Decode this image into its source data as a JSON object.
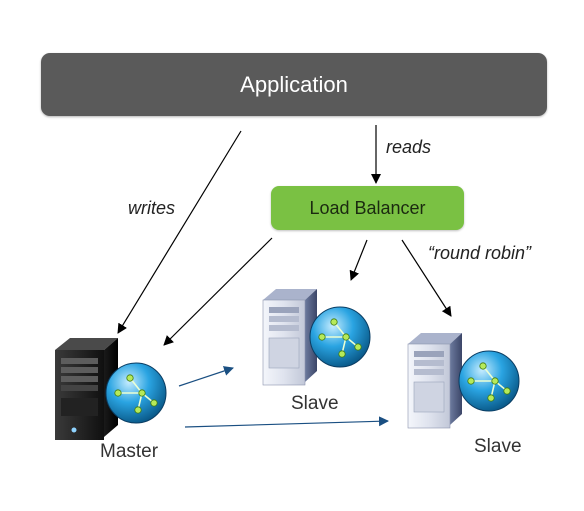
{
  "application": {
    "label": "Application"
  },
  "load_balancer": {
    "label": "Load Balancer"
  },
  "edge_labels": {
    "writes": "writes",
    "reads": "reads",
    "round_robin": "“round robin”"
  },
  "servers": {
    "master": {
      "label": "Master"
    },
    "slave_1": {
      "label": "Slave"
    },
    "slave_2": {
      "label": "Slave"
    }
  },
  "colors": {
    "application_fill": "#5a5a5a",
    "load_balancer_fill": "#7ac143",
    "replication_arrow": "#1a4f82",
    "request_arrow": "#000000"
  },
  "icons": {
    "master": "black-server-tower-icon",
    "slave": "silver-server-tower-icon",
    "network": "network-hub-icon"
  }
}
